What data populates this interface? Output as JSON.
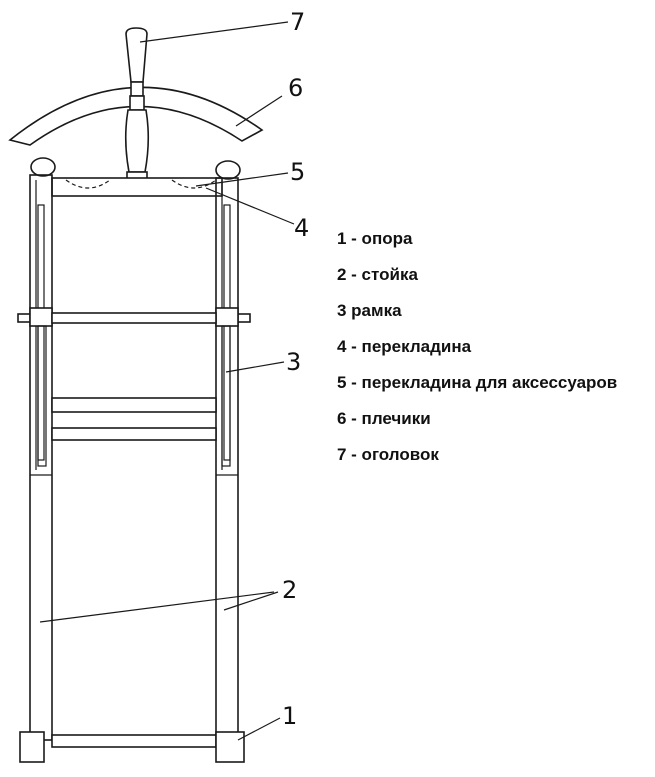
{
  "callouts": [
    "1",
    "2",
    "3",
    "4",
    "5",
    "6",
    "7"
  ],
  "legend": [
    "1 - опора",
    "2 - стойка",
    "3  рамка",
    "4 - перекладина",
    "5 - перекладина для аксессуаров",
    "6 - плечики",
    "7  - оголовок"
  ]
}
